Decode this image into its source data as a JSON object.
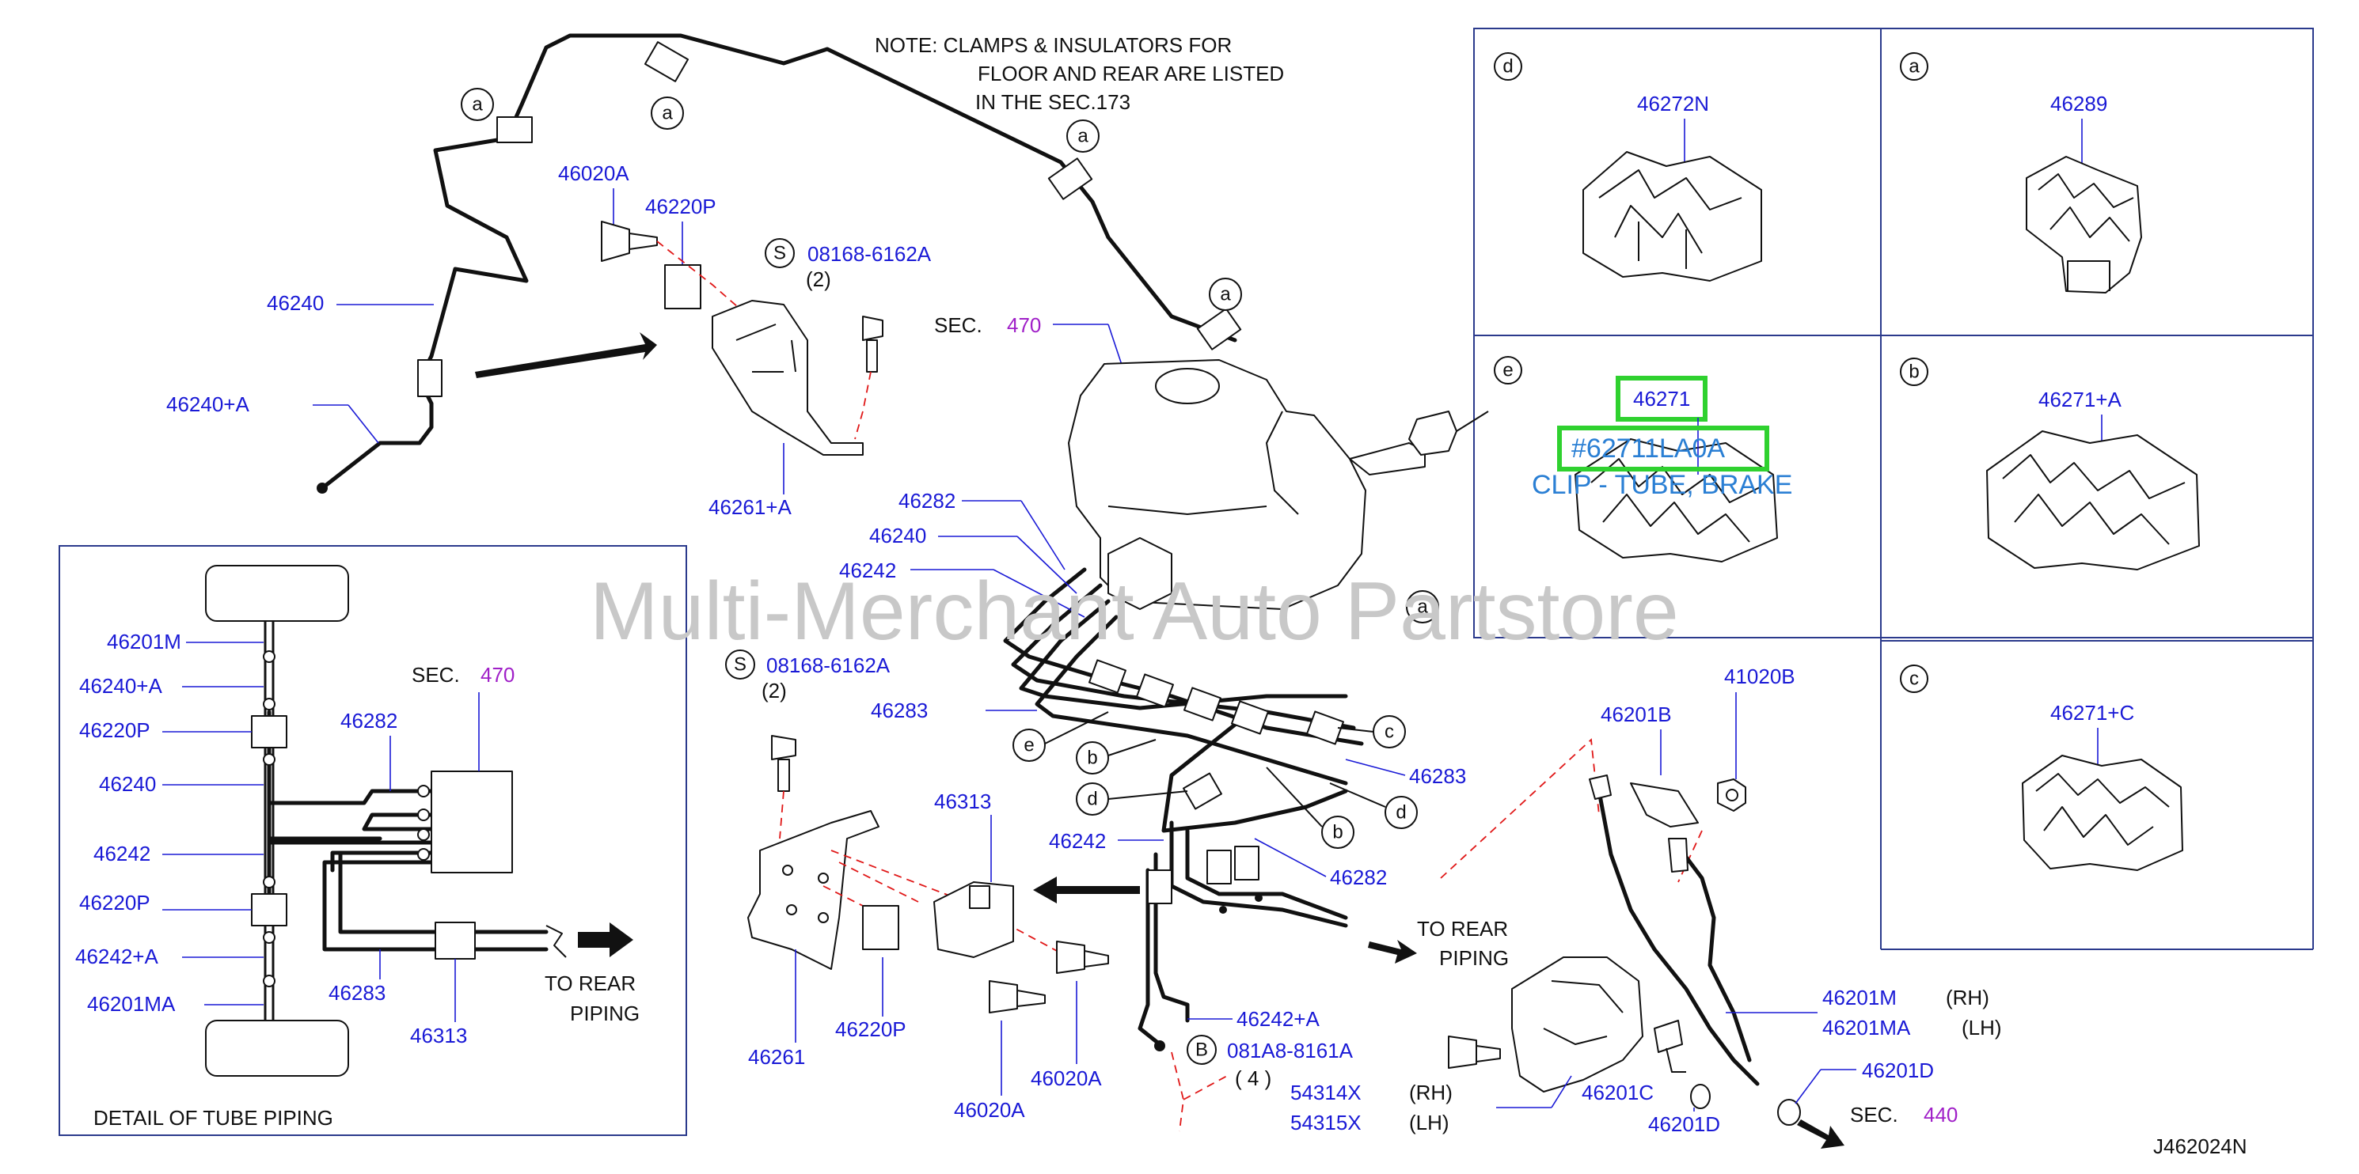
{
  "note": {
    "line1": "NOTE:  CLAMPS  &  INSULATORS  FOR",
    "line2": "FLOOR  AND  REAR  ARE  LISTED",
    "line3": "IN  THE  SEC.173"
  },
  "watermark": "Multi-Merchant Auto Partstore",
  "drawing_number": "J462024N",
  "callout_letters": {
    "a": "a",
    "b": "b",
    "c": "c",
    "d": "d",
    "e": "e",
    "s": "S",
    "B": "B"
  },
  "main": {
    "p_46020A_top": "46020A",
    "p_46220P_top": "46220P",
    "p_08168_top": "08168-6162A",
    "p_qty2_top": "(2)",
    "p_46240": "46240",
    "p_46240A": "46240+A",
    "p_46261A": "46261+A",
    "sec_label": "SEC.",
    "sec_470": "470",
    "p_46282": "46282",
    "p_46240_b": "46240",
    "p_46242": "46242",
    "p_08168_bot": "08168-6162A",
    "p_qty2_bot": "(2)",
    "p_46283": "46283",
    "p_46313": "46313",
    "p_46242_b": "46242",
    "p_46283_r": "46283",
    "p_46282_r": "46282",
    "to_rear_1": "TO  REAR",
    "to_rear_2": "PIPING",
    "p_46242A": "46242+A",
    "p_081A8": "081A8-8161A",
    "p_qty4": "(  4  )",
    "p_54314X": "54314X",
    "rh": "(RH)",
    "p_54315X": "54315X",
    "lh": "(LH)",
    "p_46261": "46261",
    "p_46220P_b": "46220P",
    "p_46020A_b1": "46020A",
    "p_46020A_b2": "46020A"
  },
  "hose": {
    "p_46201B": "46201B",
    "p_41020B": "41020B",
    "p_46201M": "46201M",
    "rh": "(RH)",
    "p_46201MA": "46201MA",
    "lh": "(LH)",
    "p_46201C": "46201C",
    "p_46201D_1": "46201D",
    "p_46201D_2": "46201D",
    "sec_label": "SEC.",
    "sec_440": "440"
  },
  "clips": {
    "d_part": "46272N",
    "a_part": "46289",
    "e_part": "46271",
    "e_highlight": "#62711LA0A",
    "e_desc": "CLIP - TUBE, BRAKE",
    "b_part": "46271+A",
    "c_part": "46271+C"
  },
  "detail": {
    "title": "DETAIL  OF  TUBE  PIPING",
    "p_46201M": "46201M",
    "p_46240A": "46240+A",
    "p_46220P_1": "46220P",
    "p_46240": "46240",
    "p_46242": "46242",
    "p_46220P_2": "46220P",
    "p_46242A": "46242+A",
    "p_46201MA": "46201MA",
    "sec_label": "SEC.",
    "sec_470": "470",
    "p_46282": "46282",
    "p_46283": "46283",
    "p_46313": "46313",
    "to_rear_1": "TO  REAR",
    "to_rear_2": "PIPING"
  }
}
